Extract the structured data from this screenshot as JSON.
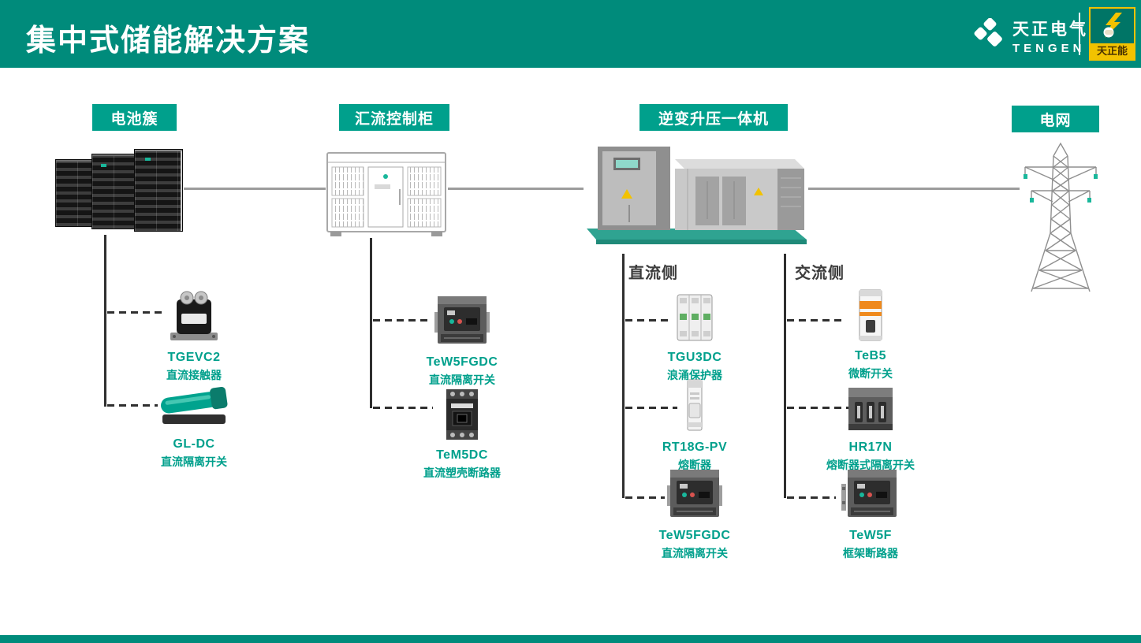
{
  "slide": {
    "title": "集中式储能解决方案"
  },
  "brand": {
    "name_cn": "天正电气",
    "name_en": "TENGEN",
    "badge_label": "天正能",
    "logo_icon": "tengen-pinwheel-logo",
    "badge_icon": "fist-lightning-icon"
  },
  "colors": {
    "header_teal": "#008B7B",
    "label_teal": "#00A08C",
    "product_text_teal": "#00A08C",
    "accent_yellow": "#F2C200",
    "connector_gray": "#9C9C9C",
    "branch_dark": "#2F2F2F",
    "platform_teal": "#2FA391"
  },
  "stations": [
    {
      "label": "电池簇",
      "image": "battery-cluster-image"
    },
    {
      "label": "汇流控制柜",
      "image": "combiner-cabinet-image"
    },
    {
      "label": "逆变升压一体机",
      "image": "inverter-booster-image"
    },
    {
      "label": "电网",
      "image": "power-grid-tower-image"
    }
  ],
  "sides": [
    {
      "label": "直流侧"
    },
    {
      "label": "交流侧"
    }
  ],
  "products": {
    "battery": [
      {
        "name": "TGEVC2",
        "desc": "直流接触器",
        "icon": "dc-contactor-image"
      },
      {
        "name": "GL-DC",
        "desc": "直流隔离开关",
        "icon": "dc-isolator-switch-image"
      }
    ],
    "combiner": [
      {
        "name": "TeW5FGDC",
        "desc": "直流隔离开关",
        "icon": "air-breaker-image"
      },
      {
        "name": "TeM5DC",
        "desc": "直流塑壳断路器",
        "icon": "molded-case-breaker-image"
      }
    ],
    "dc": [
      {
        "name": "TGU3DC",
        "desc": "浪涌保护器",
        "icon": "surge-protector-image"
      },
      {
        "name": "RT18G-PV",
        "desc": "熔断器",
        "icon": "fuse-image"
      },
      {
        "name": "TeW5FGDC",
        "desc": "直流隔离开关",
        "icon": "air-breaker-image"
      }
    ],
    "ac": [
      {
        "name": "TeB5",
        "desc": "微断开关",
        "icon": "mini-breaker-image"
      },
      {
        "name": "HR17N",
        "desc": "熔断器式隔离开关",
        "icon": "fuse-disconnector-image"
      },
      {
        "name": "TeW5F",
        "desc": "框架断路器",
        "icon": "frame-breaker-image"
      }
    ]
  }
}
